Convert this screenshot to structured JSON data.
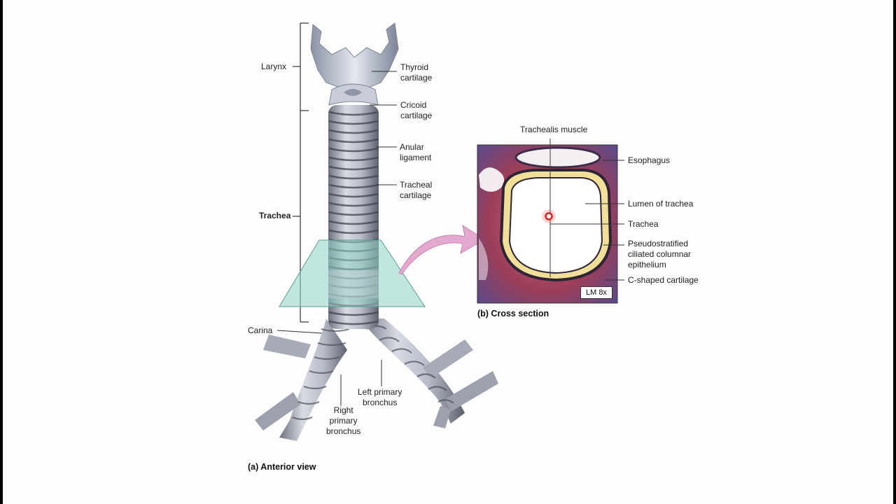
{
  "labels": {
    "larynx": "Larynx",
    "trachea": "Trachea",
    "carina": "Carina",
    "thyroid_cartilage": "Thyroid\ncartilage",
    "cricoid_cartilage": "Cricoid\ncartilage",
    "anular_ligament": "Anular\nligament",
    "tracheal_cartilage": "Tracheal\ncartilage",
    "left_primary_bronchus": "Left primary\nbronchus",
    "right_primary_bronchus": "Right\nprimary\nbronchus",
    "trachealis_muscle": "Trachealis muscle",
    "esophagus": "Esophagus",
    "lumen_of_trachea": "Lumen of trachea",
    "trachea_cross": "Trachea",
    "epithelium": "Pseudostratified\nciliated columnar\nepithelium",
    "c_shaped_cartilage": "C-shaped cartilage",
    "lm": "LM 8x"
  },
  "captions": {
    "anterior": "(a) Anterior view",
    "cross": "(b) Cross section"
  },
  "colors": {
    "background": "#fdfdfd",
    "cartilage_ring": "#9aa0ad",
    "plane": "#8fd3c7",
    "arrow": "#e4a9cf",
    "tissue": "#a6465e",
    "c_cartilage": "#e9cf7c",
    "cursor": "#e32020"
  }
}
